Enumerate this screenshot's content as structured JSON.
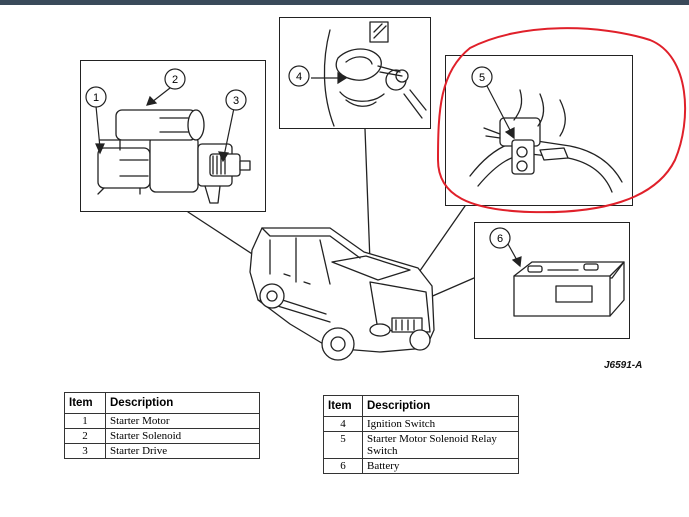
{
  "figure_id": "J6591-A",
  "callouts": [
    "1",
    "2",
    "3",
    "4",
    "5",
    "6"
  ],
  "table_left": {
    "header": {
      "item": "Item",
      "description": "Description"
    },
    "rows": [
      {
        "item": "1",
        "description": "Starter Motor"
      },
      {
        "item": "2",
        "description": "Starter Solenoid"
      },
      {
        "item": "3",
        "description": "Starter Drive"
      }
    ]
  },
  "table_right": {
    "header": {
      "item": "Item",
      "description": "Description"
    },
    "rows": [
      {
        "item": "4",
        "description": "Ignition Switch"
      },
      {
        "item": "5",
        "description": "Starter Motor Solenoid Relay Switch"
      },
      {
        "item": "6",
        "description": "Battery"
      }
    ]
  },
  "colors": {
    "ink": "#222222",
    "highlight": "#e0202a",
    "topbar": "#3a4a5a"
  }
}
